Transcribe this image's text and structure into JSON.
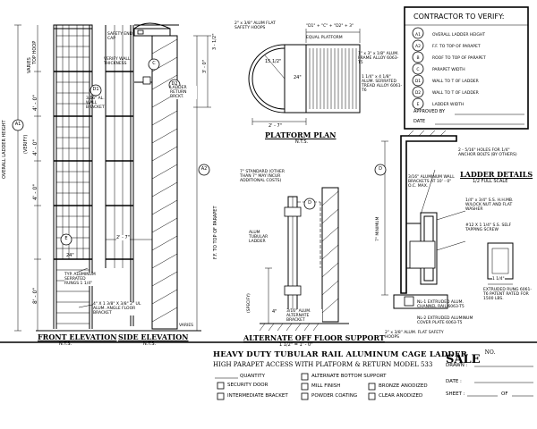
{
  "front_elevation": {
    "title": "FRONT ELEVATION",
    "scale": "N.T.S.",
    "labels": {
      "overall_height": "OVERALL LADDER HEIGHT",
      "verify": "(VERIFY)",
      "top_hoop": "TOP HOOP",
      "varies": "VARIES",
      "dim_4_0_a": "4' - 0\"",
      "dim_4_0_b": "4' - 0\"",
      "dim_4_0_c": "4' - 0\"",
      "dim_8_0": "8' - 0\"",
      "width_24": "24\"",
      "rung_note": "TYP. ALUMINUM SERRATED RUNGS 1 1/4\"",
      "angle_note": "4\" X 1 3/8\" X 3/8\" 2\" UL ALUM. ANGLE FLOOR BRACKET",
      "marker_a1": "A1",
      "marker_e": "E",
      "marker_d1": "D1",
      "bracket_note": "3/16\" AL. WALL BRACKET"
    }
  },
  "side_elevation": {
    "title": "SIDE ELEVATION",
    "scale": "N.T.S.",
    "labels": {
      "safety_end_cap": "SAFETY END CAP",
      "verify_wall": "VERIFY WALL THICKNESS",
      "ladder_return": "LADDER RETURN BRCKT.",
      "marker_c": "C",
      "marker_d2": "D2",
      "marker_a2": "A2",
      "dim_3_0": "3' - 0\"",
      "dim_3_1_2": "3 - 1/2\"",
      "dim_2_7": "2' - 7\"",
      "ff_note": "F.F. TO TOP OF PARAPET",
      "varies": "VARIES"
    }
  },
  "platform_plan": {
    "title": "PLATFORM PLAN",
    "scale": "N.T.S.",
    "labels": {
      "hoops_note": "2\" x 3/8\" ALUM FLAT SAFETY HOOPS",
      "equal_platform": "EQUAL PLATFORM",
      "dim_top": "\"D1\" + \"C\" + \"D2\" + 3\"",
      "frame_note": "1\" x 3\" x 1/8\" ALUM. FRAME ALLOY 6063-T5",
      "tread_note": "1 1/4\" x 4 1/8\" ALUM. SERRATED TREAD ALLOY 6061-T6",
      "dim_24": "24\"",
      "dim_radius": "15 1/2\"",
      "dim_2_7": "2' - 7\""
    }
  },
  "alternate_support": {
    "title": "ALTERNATE OFF FLOOR SUPPORT",
    "scale": "1 1/2\" = 1' - 0\"",
    "labels": {
      "standard_note": "7\" STANDARD (OTHER THAN 7\" MAY INCUR ADDITIONAL COSTS)",
      "tubular": "ALUM TUBULAR LADDER",
      "bracket": "3/16\" ALUM. ALTERNATE BRACKET",
      "specify": "(SPECIFY)",
      "dim_4": "4\"",
      "marker_d": "D"
    }
  },
  "ladder_details": {
    "title": "LADDER DETAILS",
    "scale": "1/2 FULL SCALE",
    "labels": {
      "holes": "2 - 5/16\" HOLES FOR 1/4\" ANCHOR BOLTS (BY OTHERS)",
      "wall_brackets": "3/16\" ALUMINUM WALL BRACKETS AT 10' - 0\" O.C. MAX.",
      "bolt": "1/4\" x 3/4\" S.S. H.H.MB. W/LOCK NUT AND FLAT WASHER",
      "screw": "#12 X 1 1/4\" S.S. SELF TAPPING SCREW",
      "minimum": "7\" MINIMUM",
      "marker_d": "D",
      "rung": "EXTRUDED RUNG 6061-T6 PATENT RATED FOR 1500 LBS.",
      "dim_1_1_4": "1 1/4\"",
      "channel": "NL-1 EXTRUDED ALUM. CHANNEL RAIL 6063-T5",
      "cover": "NL-2 EXTRUDED ALUMINUM COVER PLATE 6063-T5",
      "hoops": "2\" x 3/8\" ALUM. FLAT SAFETY HOOPS"
    }
  },
  "contractor": {
    "title": "CONTRACTOR TO VERIFY:",
    "items": [
      {
        "code": "A1",
        "text": "OVERALL LADDER HEIGHT"
      },
      {
        "code": "A2",
        "text": "F.F. TO TOP OF PARAPET"
      },
      {
        "code": "B",
        "text": "ROOF TO TOP OF PARAPET"
      },
      {
        "code": "C",
        "text": "PARAPET WIDTH"
      },
      {
        "code": "D1",
        "text": "WALL TO T OF LADDER"
      },
      {
        "code": "D2",
        "text": "WALL TO T OF LADDER"
      },
      {
        "code": "E",
        "text": "LADDER WIDTH"
      }
    ],
    "approved": "APPROVED BY",
    "date": "DATE"
  },
  "title_block": {
    "line1": "HEAVY DUTY TUBULAR RAIL ALUMINUM CAGE LADDER",
    "line2": "HIGH PARAPET ACCESS WITH PLATFORM & RETURN MODEL 533",
    "quantity": "QUANTITY",
    "options": [
      "SECURITY DOOR",
      "ALTERNATE BOTTOM SUPPORT",
      "INTERMEDIATE BRACKET",
      "MILL FINISH",
      "BRONZE ANODIZED",
      "POWDER COATING",
      "CLEAR ANODIZED"
    ],
    "sale": "SALE",
    "sale_no": "NO.",
    "drawn": "DRAWN :",
    "date": "DATE :",
    "sheet": "SHEET :",
    "of": "OF"
  }
}
